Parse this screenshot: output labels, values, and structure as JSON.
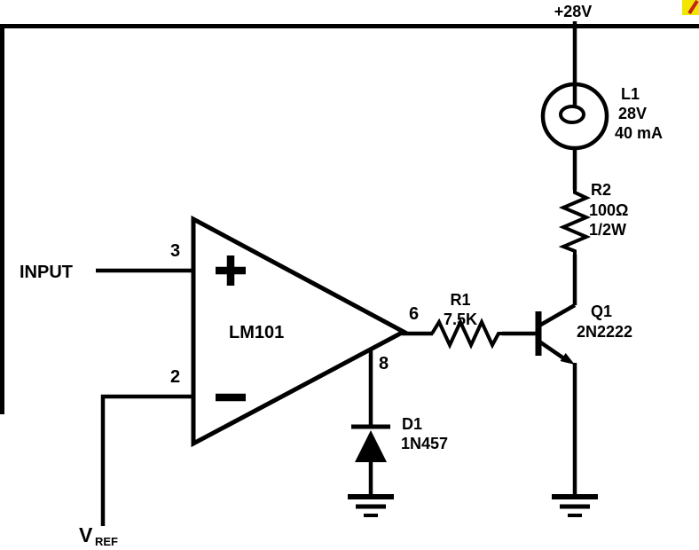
{
  "colors": {
    "ink": "#000000",
    "paper": "#ffffff",
    "corner_marker": "#f2e600",
    "corner_marker_mark": "#c0251c"
  },
  "schematic": {
    "power_rail": "+28V",
    "lamp": {
      "ref": "L1",
      "voltage": "28V",
      "current": "40 mA"
    },
    "r2": {
      "ref": "R2",
      "value": "100Ω",
      "power": "1/2W"
    },
    "r1": {
      "ref": "R1",
      "value": "7.5K"
    },
    "q1": {
      "ref": "Q1",
      "part": "2N2222"
    },
    "d1": {
      "ref": "D1",
      "part": "1N457"
    },
    "opamp": {
      "part": "LM101",
      "pin_in_plus": "3",
      "pin_in_minus": "2",
      "pin_out": "6",
      "pin_clamp": "8"
    },
    "input_label": "INPUT",
    "vref": {
      "base": "V",
      "sub": "REF"
    }
  }
}
